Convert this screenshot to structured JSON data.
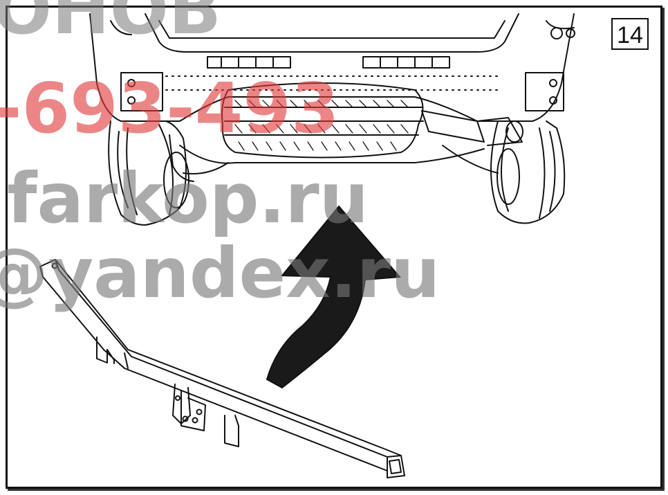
{
  "step_number": "14",
  "watermarks": {
    "line1": "ОНОВ",
    "line2": "-693-493",
    "line3": "farkop.ru",
    "line4": "@yandex.ru"
  },
  "colors": {
    "ink": "#111111",
    "arrow": "#1a1a1a",
    "watermark_red": "#e13c3c",
    "watermark_gray": "#787878"
  }
}
